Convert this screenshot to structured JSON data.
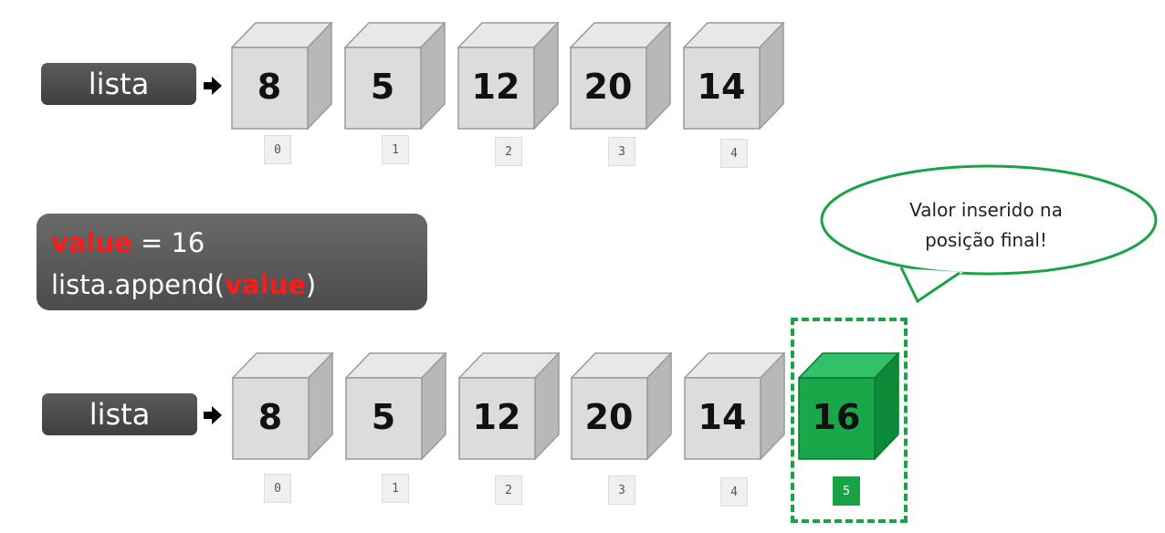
{
  "top_row": {
    "label": "lista",
    "cells": [
      {
        "value": "8",
        "index": "0"
      },
      {
        "value": "5",
        "index": "1"
      },
      {
        "value": "12",
        "index": "2"
      },
      {
        "value": "20",
        "index": "3"
      },
      {
        "value": "14",
        "index": "4"
      }
    ]
  },
  "code": {
    "var_name": "value",
    "assign_rest": " = 16",
    "call_prefix": "lista.append(",
    "call_arg": "value",
    "call_suffix": ")"
  },
  "callout": {
    "line1": "Valor inserido na",
    "line2": "posição final!"
  },
  "bottom_row": {
    "label": "lista",
    "cells": [
      {
        "value": "8",
        "index": "0"
      },
      {
        "value": "5",
        "index": "1"
      },
      {
        "value": "12",
        "index": "2"
      },
      {
        "value": "20",
        "index": "3"
      },
      {
        "value": "14",
        "index": "4"
      },
      {
        "value": "16",
        "index": "5"
      }
    ]
  },
  "colors": {
    "cube_face": "#dcdcdc",
    "cube_top": "#e8e8e8",
    "cube_side": "#b8b8b8",
    "new_face": "#18a84a",
    "new_top": "#33c06a",
    "new_side": "#0d8a38",
    "accent_green": "#1aa346",
    "keyword_red": "#ff1a1a"
  }
}
